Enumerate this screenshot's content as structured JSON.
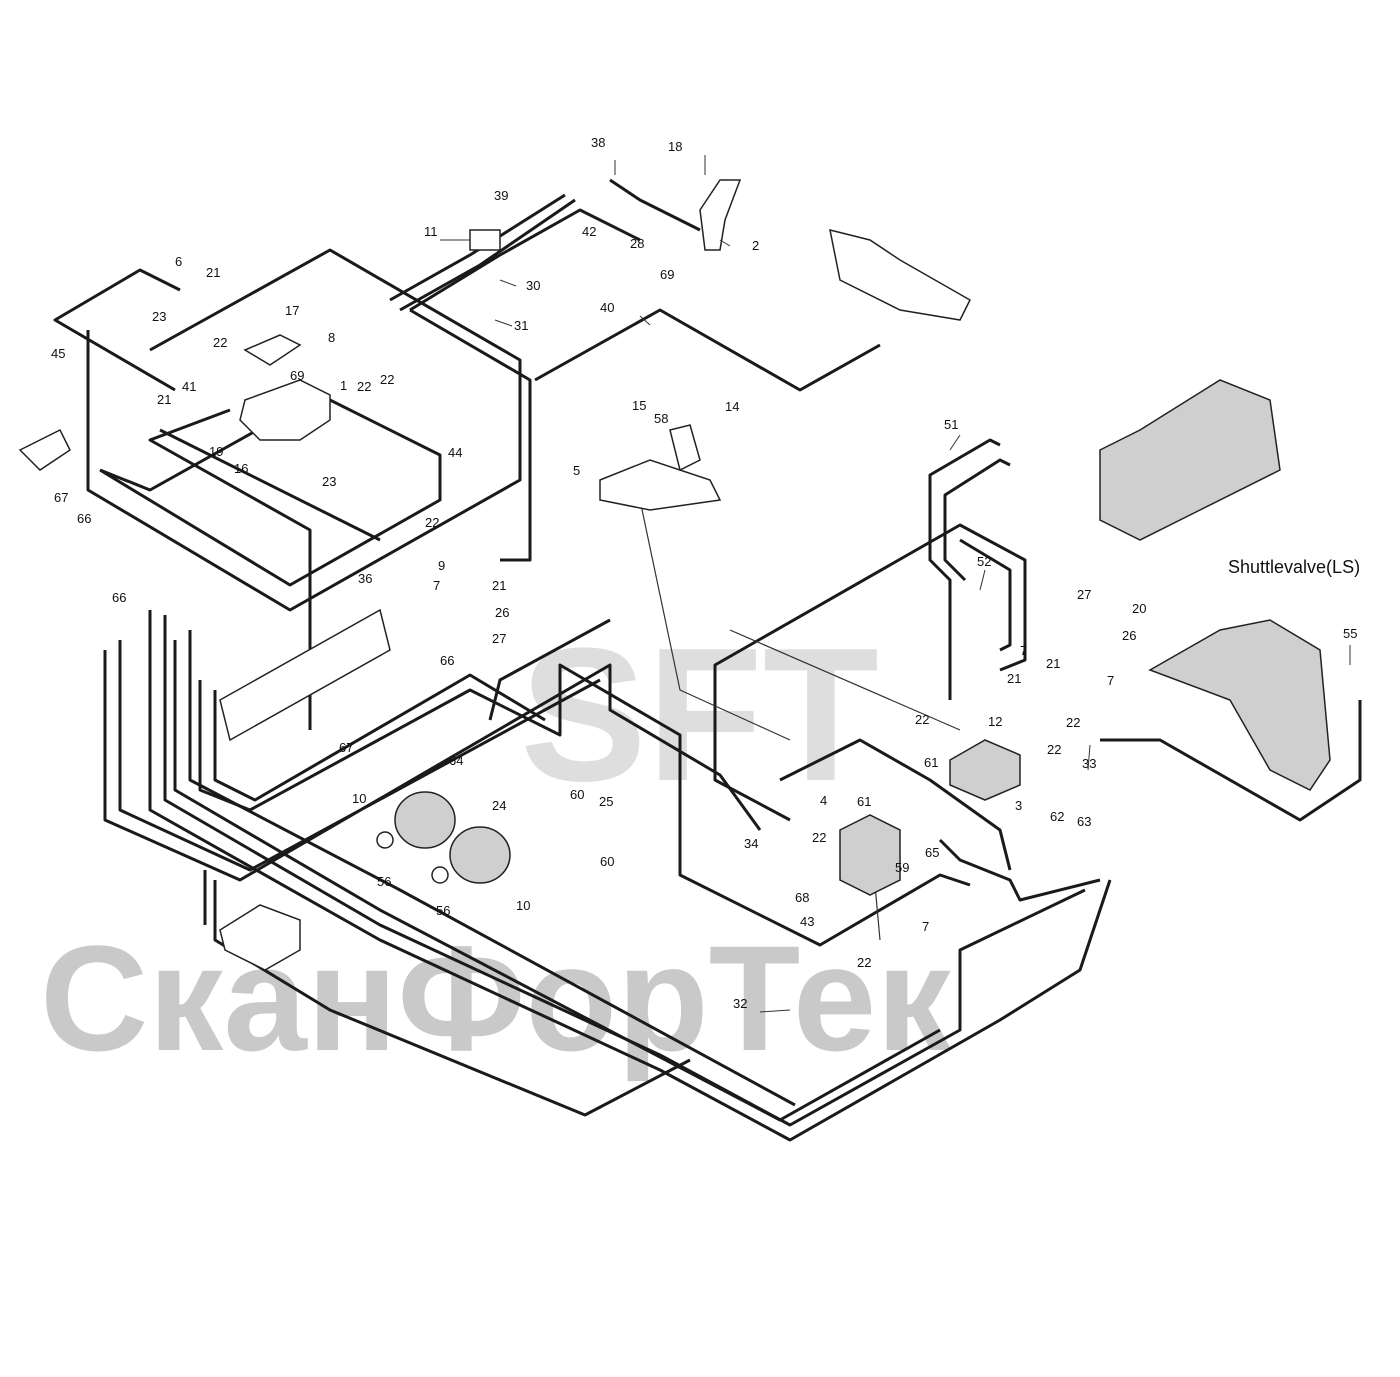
{
  "watermark": {
    "company": "СканФорТек",
    "logo": "SFT"
  },
  "annotation": {
    "shuttle_valve": "Shuttlevalve(LS)"
  },
  "callouts": [
    "1",
    "2",
    "3",
    "4",
    "5",
    "6",
    "7",
    "7",
    "7",
    "7",
    "8",
    "9",
    "10",
    "10",
    "11",
    "12",
    "14",
    "15",
    "16",
    "17",
    "18",
    "19",
    "20",
    "21",
    "21",
    "21",
    "21",
    "21",
    "22",
    "22",
    "22",
    "22",
    "22",
    "22",
    "22",
    "22",
    "22",
    "23",
    "23",
    "24",
    "25",
    "26",
    "26",
    "27",
    "27",
    "28",
    "30",
    "31",
    "32",
    "33",
    "34",
    "36",
    "38",
    "39",
    "40",
    "41",
    "42",
    "43",
    "44",
    "45",
    "51",
    "52",
    "55",
    "56",
    "56",
    "58",
    "59",
    "60",
    "60",
    "61",
    "61",
    "62",
    "63",
    "64",
    "65",
    "66",
    "66",
    "66",
    "67",
    "67",
    "68",
    "69",
    "69"
  ]
}
